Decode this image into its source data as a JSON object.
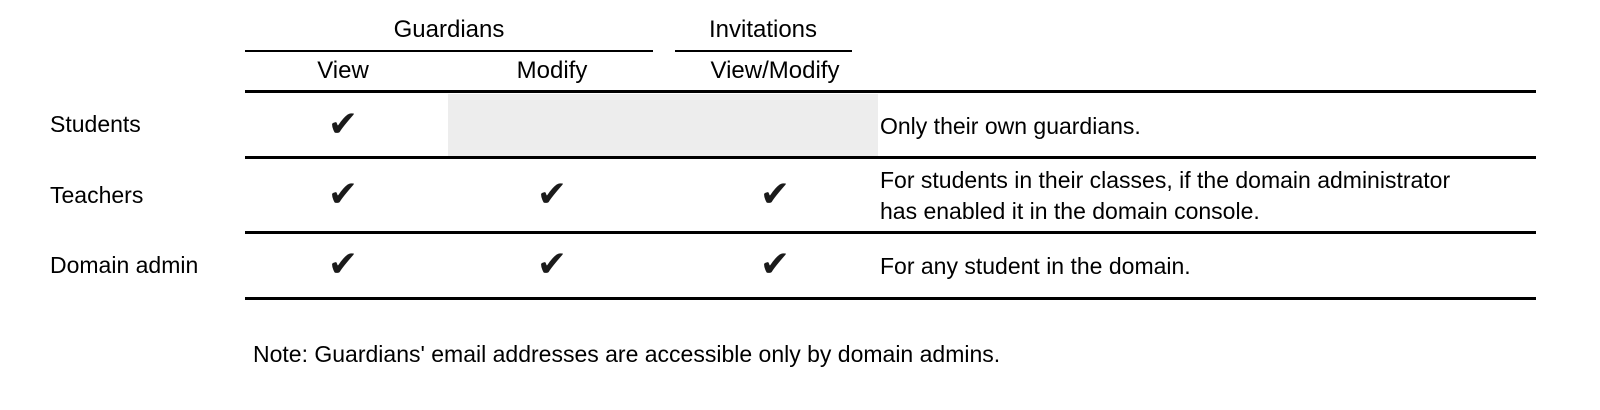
{
  "header": {
    "groups": [
      {
        "label": "Guardians"
      },
      {
        "label": "Invitations"
      }
    ],
    "subcolumns": [
      {
        "label": "View"
      },
      {
        "label": "Modify"
      },
      {
        "label": "View/Modify"
      }
    ]
  },
  "rows": [
    {
      "label": "Students",
      "checks": {
        "view": "✔",
        "modify": "",
        "invitations": ""
      },
      "note": "Only their own guardians."
    },
    {
      "label": "Teachers",
      "checks": {
        "view": "✔",
        "modify": "✔",
        "invitations": "✔"
      },
      "note": "For students in their classes, if the domain administrator has enabled it in the domain console."
    },
    {
      "label": "Domain admin",
      "checks": {
        "view": "✔",
        "modify": "✔",
        "invitations": "✔"
      },
      "note": "For any student in the domain."
    }
  ],
  "footnote": "Note: Guardians' email addresses are accessible only by domain admins.",
  "colors": {
    "check": "#1a1a1a",
    "disabled_cell": "#ededed",
    "line": "#000000",
    "text": "#000000",
    "background": "#ffffff"
  }
}
